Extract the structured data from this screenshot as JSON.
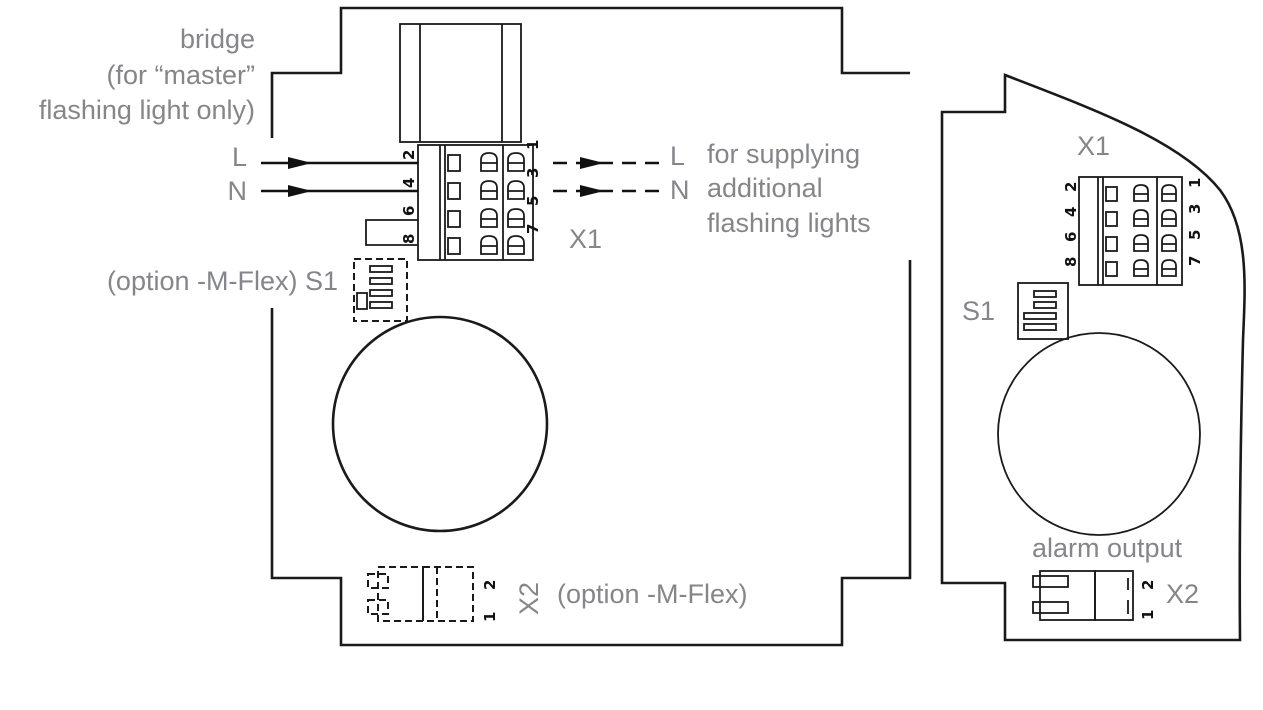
{
  "left_board": {
    "bridge_label": [
      "bridge",
      "(for “master”",
      "flashing light only)"
    ],
    "input_L": "L",
    "input_N": "N",
    "output_L": "L",
    "output_N": "N",
    "supply_note": [
      "for supplying",
      "additional",
      "flashing lights"
    ],
    "x1_label": "X1",
    "x1_pins_left": [
      "2",
      "4",
      "6",
      "8"
    ],
    "x1_pins_right": [
      "1",
      "3",
      "5",
      "7"
    ],
    "s1_label": "(option -M-Flex) S1",
    "x2_label": "X2",
    "x2_note": "(option -M-Flex)",
    "x2_pins": [
      "2",
      "1"
    ]
  },
  "right_board": {
    "x1_label": "X1",
    "x1_pins_left": [
      "2",
      "4",
      "6",
      "8"
    ],
    "x1_pins_right": [
      "1",
      "3",
      "5",
      "7"
    ],
    "s1_label": "S1",
    "alarm_label": "alarm output",
    "x2_label": "X2",
    "x2_pins": [
      "2",
      "1"
    ]
  }
}
